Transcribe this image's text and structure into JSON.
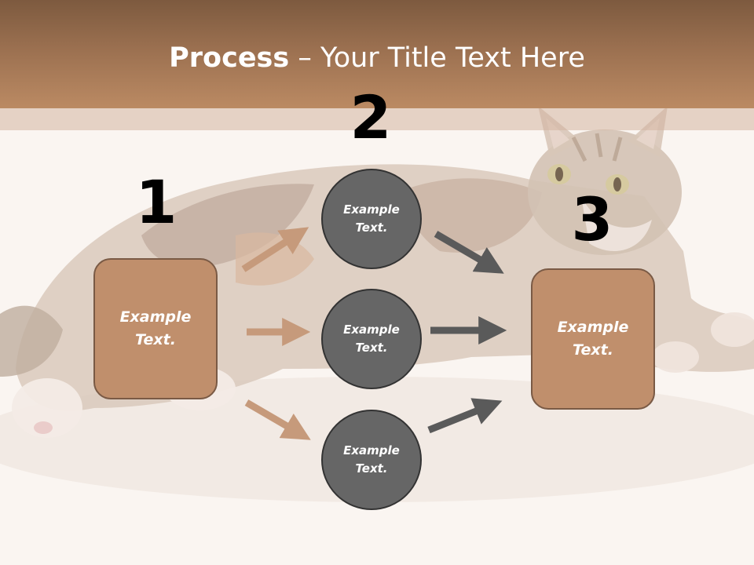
{
  "title": {
    "bold": "Process",
    "rest": " – Your Title Text Here"
  },
  "steps": {
    "one": "1",
    "two": "2",
    "three": "3"
  },
  "boxes": {
    "left": "Example Text.",
    "right": "Example Text."
  },
  "circles": {
    "top": "Example Text.",
    "middle": "Example Text.",
    "bottom": "Example Text."
  },
  "colors": {
    "title_band": "#9b7050",
    "box_fill": "#c08f6c",
    "circle_fill": "#666666",
    "arrow_left": "#c69a7b",
    "arrow_right": "#5a5a5a"
  },
  "background_image": "calico-cat-photo"
}
